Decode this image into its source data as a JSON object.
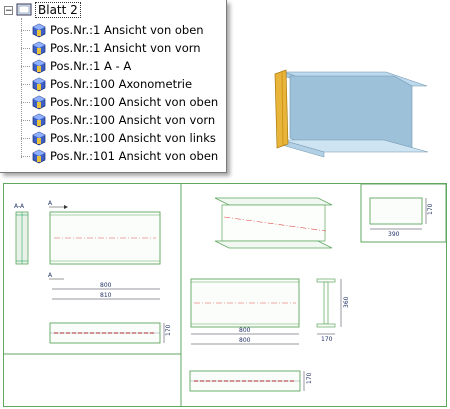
{
  "tree": {
    "root_label": "Blatt 2",
    "expander_symbol": "−",
    "items": [
      {
        "label": "Pos.Nr.:1 Ansicht von oben"
      },
      {
        "label": "Pos.Nr.:1 Ansicht von vorn"
      },
      {
        "label": "Pos.Nr.:1 A - A"
      },
      {
        "label": "Pos.Nr.:100 Axonometrie"
      },
      {
        "label": "Pos.Nr.:100 Ansicht von oben"
      },
      {
        "label": "Pos.Nr.:100 Ansicht von vorn"
      },
      {
        "label": "Pos.Nr.:100 Ansicht von links"
      },
      {
        "label": "Pos.Nr.:101 Ansicht von oben"
      }
    ]
  },
  "colors": {
    "frame_green": "#5fa65f",
    "beam_blue": "#9fc3dc",
    "beam_edge": "#c9a000",
    "beam_end": "#e8b43a",
    "center_line": "#e05050"
  },
  "sheet": {
    "section_label": "A-A",
    "marker_a": "A",
    "dim_800": "800",
    "dim_810": "810",
    "dim_170": "170",
    "dim_390": "390",
    "dim_360": "360"
  }
}
